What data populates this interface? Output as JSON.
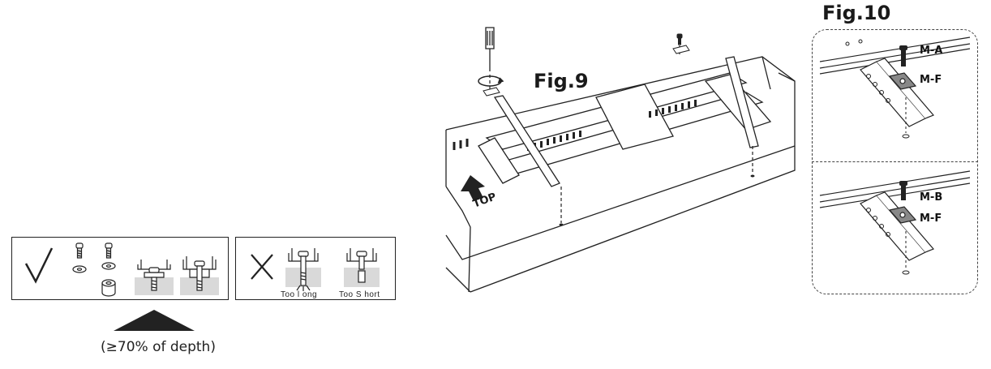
{
  "fig9": {
    "title": "Fig.9",
    "top_label": "TOP"
  },
  "fig10": {
    "title": "Fig.10",
    "upper": {
      "screw_label": "M-A",
      "plate_label": "M-F"
    },
    "lower": {
      "screw_label": "M-B",
      "plate_label": "M-F"
    }
  },
  "screw_guide": {
    "correct_symbol": "✓",
    "wrong_symbol": "✕",
    "too_long": "Too l ong",
    "too_short": "Too S hort",
    "depth_note": "(≥70% of depth)"
  }
}
